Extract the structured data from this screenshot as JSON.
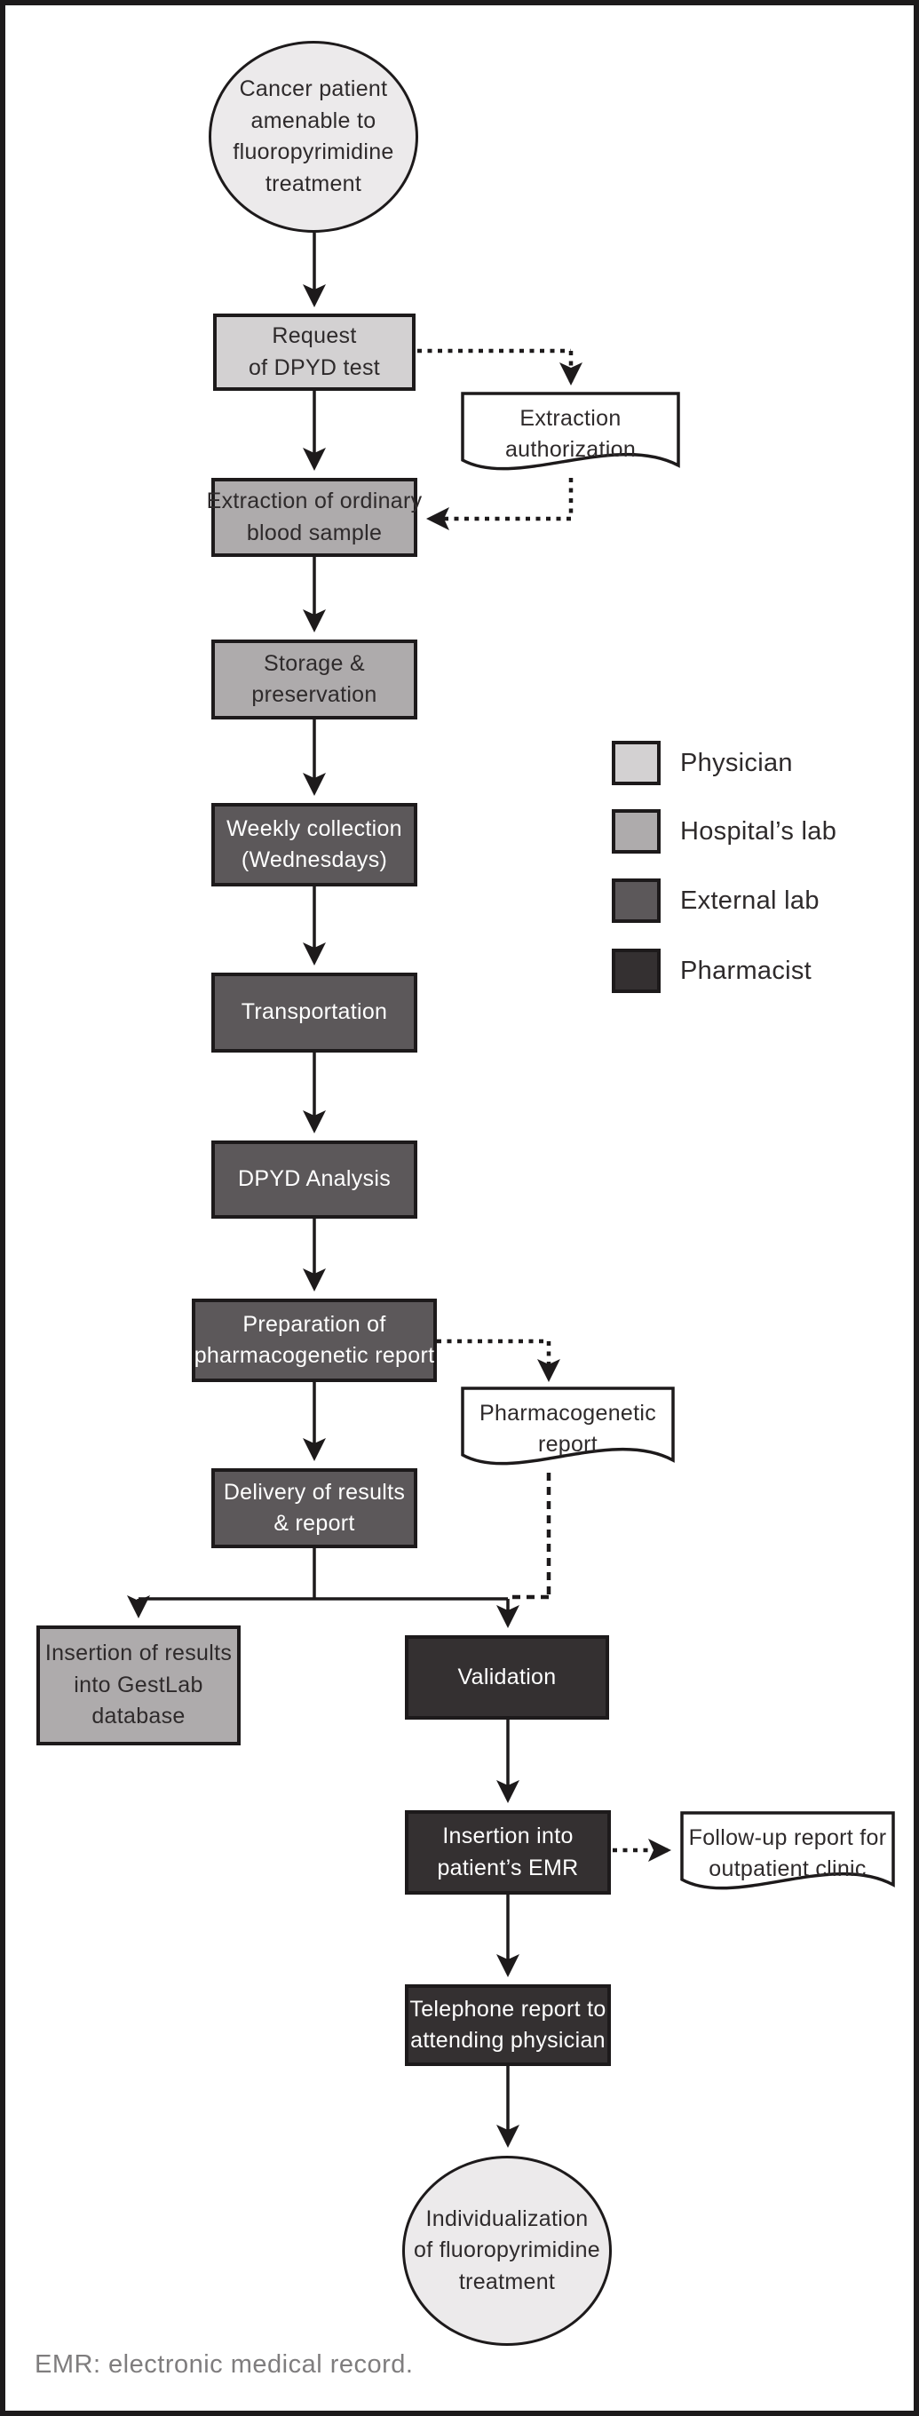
{
  "diagram": {
    "title_implicit": "DPYD testing workflow prior to fluoropyrimidine treatment",
    "roles": {
      "physician": {
        "label": "Physician",
        "color": "#d3d1d2",
        "text_color": "#2e2a2b"
      },
      "hospital_lab": {
        "label": "Hospital’s lab",
        "color": "#aeabac",
        "text_color": "#2e2a2b"
      },
      "external_lab": {
        "label": "External lab",
        "color": "#5c585a",
        "text_color": "#ffffff"
      },
      "pharmacist": {
        "label": "Pharmacist",
        "color": "#343031",
        "text_color": "#ffffff"
      }
    },
    "nodes": {
      "start": "Cancer patient\namenable to\nfluoropyrimidine\ntreatment",
      "request": "Request\nof DPYD test",
      "blood": "Extraction of ordinary\nblood sample",
      "storage": "Storage &\npreservation",
      "weekly": "Weekly collection\n(Wednesdays)",
      "transport": "Transportation",
      "analysis": "DPYD Analysis",
      "prep": "Preparation of\npharmacogenetic report",
      "delivery": "Delivery of results\n& report",
      "gestlab": "Insertion of results\ninto GestLab\ndatabase",
      "validation": "Validation",
      "emr": "Insertion into\npatient’s EMR",
      "phone": "Telephone report to\nattending physician",
      "end": "Individualization\nof fluoropyrimidine\ntreatment"
    },
    "documents": {
      "extraction_auth": "Extraction\nauthorization",
      "pgx_report": "Pharmacogenetic\nreport",
      "followup": "Follow-up report for\noutpatient clinic"
    },
    "footer_note": "EMR: electronic medical record.",
    "colors": {
      "outline": "#1d1a1b",
      "terminator_fill": "#eceaeb",
      "document_fill": "#ffffff",
      "footer_text": "#7f7d7e"
    }
  }
}
